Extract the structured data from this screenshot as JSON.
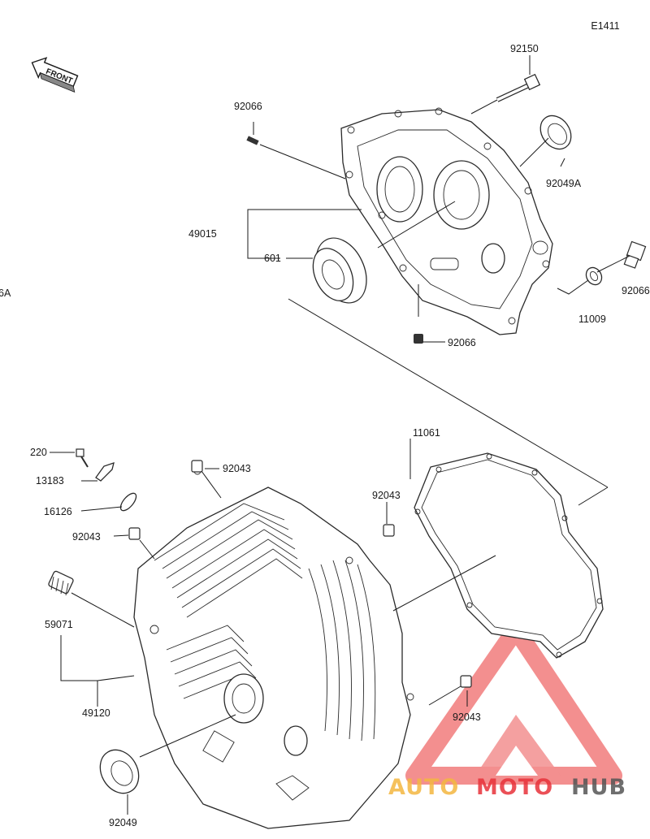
{
  "diagram_code": "E1411",
  "front_label": "FRONT",
  "cut_label": "6A",
  "watermark": {
    "text_a": "AUTO",
    "text_b": "MOTO",
    "text_c": "HUB",
    "color_a": "#f4b740",
    "color_b": "#e8323a",
    "color_c": "#555555"
  },
  "parts": {
    "p92150": "92150",
    "p92066_top": "92066",
    "p92049A": "92049A",
    "p49015": "49015",
    "p601": "601",
    "p92066_right": "92066",
    "p11009": "11009",
    "p92066_plug": "92066",
    "p11061": "11061",
    "p220": "220",
    "p13183": "13183",
    "p16126": "16126",
    "p92043_a": "92043",
    "p92043_b": "92043",
    "p92043_c": "92043",
    "p92043_d": "92043",
    "p59071": "59071",
    "p49120": "49120",
    "p92049": "92049"
  }
}
